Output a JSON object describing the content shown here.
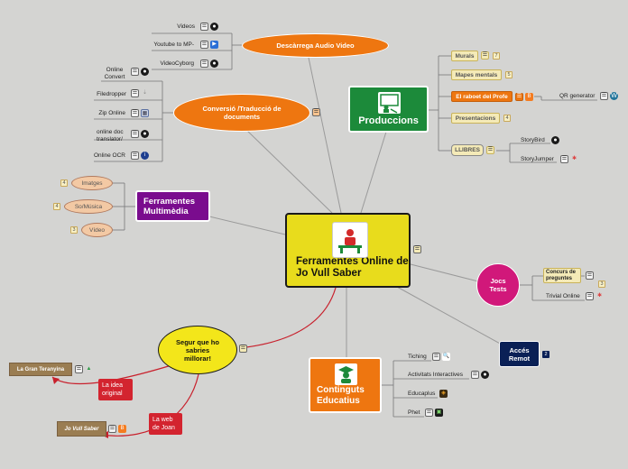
{
  "central": {
    "title": "Ferramentes Online de Jo Vull Saber",
    "icon": "teacher-desk-icon"
  },
  "descarrega": {
    "label": "Descàrrega Audio Video",
    "items": [
      "Videos",
      "Youtube to MP-",
      "VideoCyborg"
    ]
  },
  "conversio": {
    "label": "Conversió /Traducció de documents",
    "items": [
      "Online Convert",
      "Filedropper",
      "Zip Online",
      "online doc translator/",
      "Online OCR"
    ]
  },
  "produccions": {
    "label": "Produccions",
    "icon": "presentation-board-icon",
    "items": [
      "Murals",
      "Mapes mentals",
      "El raboet del Profe",
      "Presentacions",
      "LLIBRES"
    ],
    "counts": {
      "murals": "7",
      "mapes": "5",
      "presentacions": "4"
    },
    "qr": "QR generator",
    "llibres_items": [
      "StoryBird",
      "StoryJumper"
    ]
  },
  "multimedia": {
    "label": "Ferramentes Multimèdia",
    "items": [
      "Imatges",
      "So/Música",
      "Vídeo"
    ],
    "counts": [
      "4",
      "4",
      "3"
    ]
  },
  "jocs": {
    "label": "Jocs Tests",
    "items": [
      "Concurs de preguntes",
      "Trivial Online"
    ],
    "count": "3"
  },
  "acces": {
    "label": "Accés Remot",
    "count": "2"
  },
  "continguts": {
    "label": "Continguts Educatius",
    "icon": "graduate-icon",
    "items": [
      "Tiching",
      "Activitats Interactives",
      "Educaplus",
      "Phet"
    ]
  },
  "segur": {
    "label": "Segur que ho sabries millorar!",
    "notes": [
      "La idea original",
      "La web de Joan"
    ],
    "tans": [
      "La Gran Teranyina",
      "Jo Vull Saber"
    ]
  },
  "colors": {
    "background": "#d4d4d2",
    "orange": "#ee7610",
    "green": "#1c8a3a",
    "purple": "#7a0c8e",
    "magenta": "#d1187a",
    "navy": "#0a2056",
    "yellow": "#e8dc1c",
    "red": "#d3242f"
  }
}
